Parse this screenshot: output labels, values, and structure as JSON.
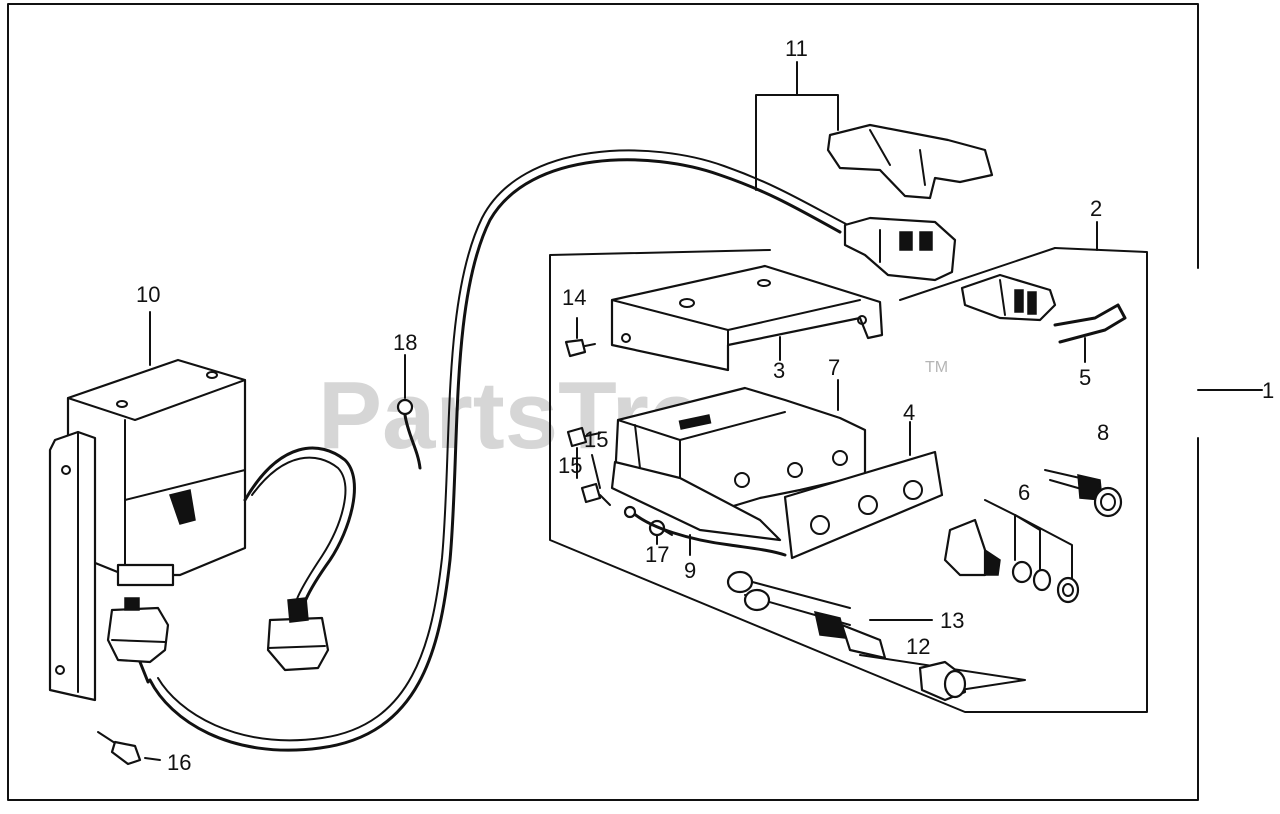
{
  "watermark": {
    "text": "PartsTree",
    "trademark": "TM"
  },
  "callouts": {
    "c1": "1",
    "c2": "2",
    "c3": "3",
    "c4": "4",
    "c5": "5",
    "c6": "6",
    "c7": "7",
    "c8": "8",
    "c9": "9",
    "c10": "10",
    "c11": "11",
    "c12": "12",
    "c13": "13",
    "c14": "14",
    "c15a": "15",
    "c15b": "15",
    "c16": "16",
    "c17": "17",
    "c18": "18"
  }
}
